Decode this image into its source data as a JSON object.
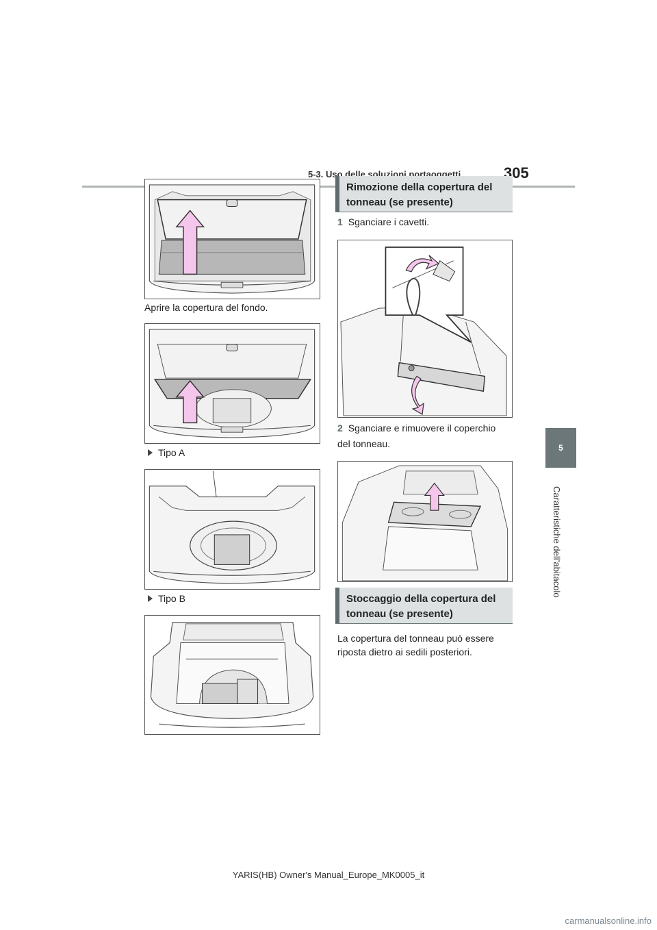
{
  "header": {
    "section_title": "5-3. Uso delle soluzioni portaoggetti",
    "page_number": "305"
  },
  "side_tab": {
    "chapter_number": "5",
    "chapter_label": "Caratteristiche dell’abitacolo"
  },
  "left_column": {
    "caption_open": "Aprire la copertura del fondo.",
    "type_a_label": "Tipo A",
    "type_b_label": "Tipo B"
  },
  "right_column": {
    "section1_title": "Rimozione della copertura del tonneau (se presente)",
    "step1_number": "1",
    "step1_text": "Sganciare i cavetti.",
    "step2_number": "2",
    "step2_text": "Sganciare e rimuovere il coperchio del tonneau.",
    "section2_title": "Stoccaggio della copertura del tonneau (se presente)",
    "storage_text": "La copertura del tonneau può essere riposta dietro ai sedili posteriori."
  },
  "footer": {
    "manual_id": "YARIS(HB) Owner's Manual_Europe_MK0005_it"
  },
  "watermark": "carmanualsonline.info",
  "colors": {
    "arrow_fill": "#f5c6ec",
    "arrow_stroke": "#333333",
    "tab_gray": "#6b7778",
    "heading_bg": "#dde1e2"
  }
}
